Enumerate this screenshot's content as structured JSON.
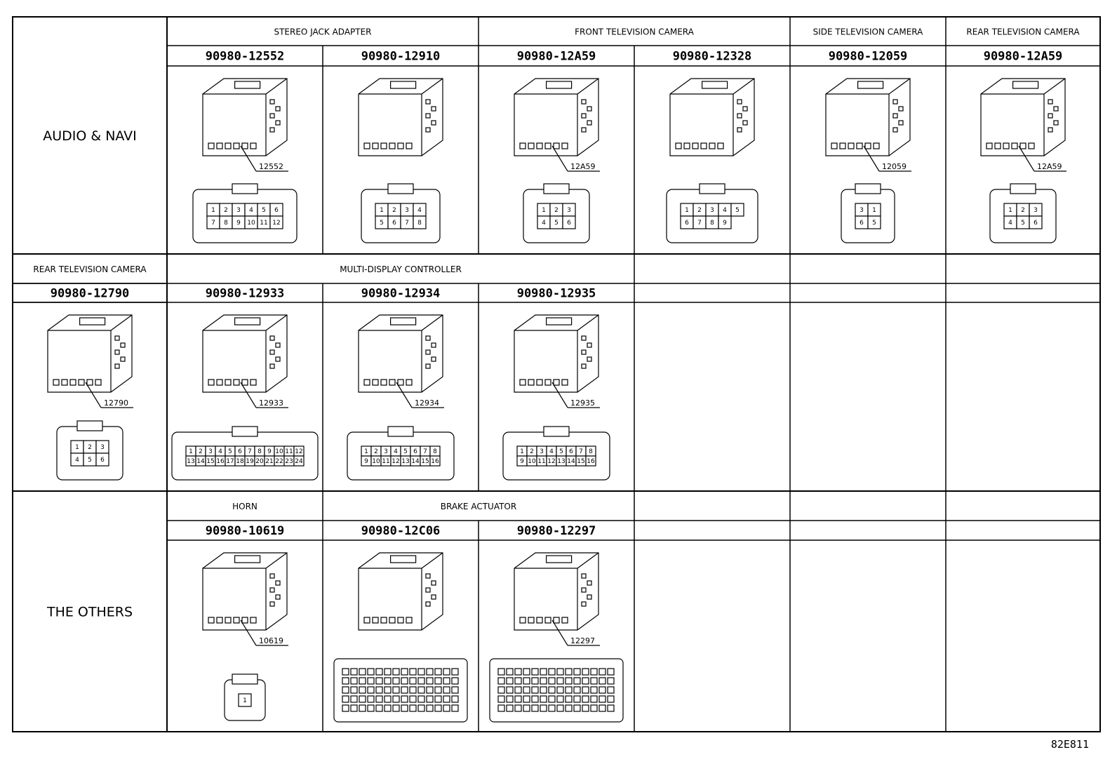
{
  "sections": [
    {
      "label": "AUDIO & NAVI",
      "groups": [
        "STEREO JACK ADAPTER",
        "FRONT TELEVISION CAMERA",
        "SIDE TELEVISION CAMERA",
        "REAR TELEVISION CAMERA"
      ],
      "parts": [
        {
          "pn": "90980-12552",
          "tag": "12552",
          "pins": [
            "1",
            "2",
            "3",
            "4",
            "5",
            "6",
            "7",
            "8",
            "9",
            "10",
            "11",
            "12"
          ]
        },
        {
          "pn": "90980-12910",
          "tag": "",
          "pins": [
            "1",
            "2",
            "3",
            "4",
            "5",
            "6",
            "7",
            "8"
          ]
        },
        {
          "pn": "90980-12A59",
          "tag": "12A59",
          "pins": [
            "1",
            "2",
            "3",
            "4",
            "5",
            "6"
          ]
        },
        {
          "pn": "90980-12328",
          "tag": "",
          "pins": [
            "1",
            "2",
            "3",
            "4",
            "5",
            "6",
            "7",
            "8",
            "9"
          ]
        },
        {
          "pn": "90980-12059",
          "tag": "12059",
          "pins": [
            "3",
            "1",
            "6",
            "5"
          ]
        },
        {
          "pn": "90980-12A59",
          "tag": "12A59",
          "pins": [
            "1",
            "2",
            "3",
            "4",
            "5",
            "6"
          ]
        }
      ]
    },
    {
      "label": "",
      "groups": [
        "REAR TELEVISION CAMERA",
        "MULTI-DISPLAY CONTROLLER"
      ],
      "parts": [
        {
          "pn": "90980-12790",
          "tag": "12790",
          "pins": [
            "1",
            "2",
            "3",
            "4",
            "5",
            "6"
          ]
        },
        {
          "pn": "90980-12933",
          "tag": "12933",
          "pins": [
            "1",
            "2",
            "3",
            "4",
            "5",
            "6",
            "7",
            "8",
            "9",
            "10",
            "11",
            "12",
            "13",
            "14",
            "15",
            "16",
            "17",
            "18",
            "19",
            "20",
            "21",
            "22",
            "23",
            "24"
          ]
        },
        {
          "pn": "90980-12934",
          "tag": "12934",
          "pins": [
            "1",
            "2",
            "3",
            "4",
            "5",
            "6",
            "7",
            "8",
            "9",
            "10",
            "11",
            "12",
            "13",
            "14",
            "15",
            "16"
          ]
        },
        {
          "pn": "90980-12935",
          "tag": "12935",
          "pins": [
            "1",
            "2",
            "3",
            "4",
            "5",
            "6",
            "7",
            "8",
            "9",
            "10",
            "11",
            "12",
            "13",
            "14",
            "15",
            "16"
          ]
        }
      ]
    },
    {
      "label": "THE OTHERS",
      "groups": [
        "HORN",
        "BRAKE ACTUATOR"
      ],
      "parts": [
        {
          "pn": "90980-10619",
          "tag": "10619",
          "pins": [
            "1"
          ]
        },
        {
          "pn": "90980-12C06",
          "tag": "",
          "pins": []
        },
        {
          "pn": "90980-12297",
          "tag": "12297",
          "pins": []
        }
      ]
    }
  ],
  "figure_code": "82E811"
}
